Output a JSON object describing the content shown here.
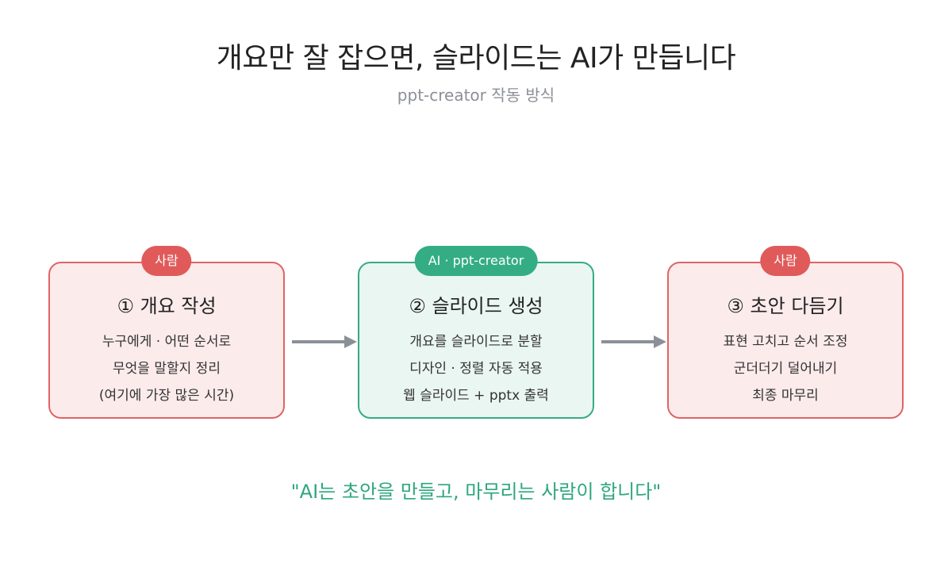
{
  "header": {
    "title": "개요만 잘 잡으면, 슬라이드는 AI가 만듭니다",
    "subtitle": "ppt-creator 작동 방식"
  },
  "steps": [
    {
      "badge": "사람",
      "title": "①  개요 작성",
      "lines": [
        "누구에게 · 어떤 순서로",
        "무엇을 말할지 정리",
        "(여기에 가장 많은 시간)"
      ]
    },
    {
      "badge": "AI · ppt-creator",
      "title": "②  슬라이드 생성",
      "lines": [
        "개요를 슬라이드로 분할",
        "디자인 · 정렬 자동 적용",
        "웹 슬라이드 + pptx 출력"
      ]
    },
    {
      "badge": "사람",
      "title": "③  초안 다듬기",
      "lines": [
        "표현 고치고 순서 조정",
        "군더더기 덜어내기",
        "최종 마무리"
      ]
    }
  ],
  "quote": "\"AI는 초안을 만들고, 마무리는 사람이 합니다\"",
  "colors": {
    "human_border": "#e06464",
    "human_fill": "#fcebeb",
    "human_badge": "#e05a5a",
    "ai_border": "#34ad84",
    "ai_fill": "#eaf6f1",
    "ai_badge": "#34ad84",
    "arrow": "#8b9098",
    "quote": "#2ea77c"
  }
}
